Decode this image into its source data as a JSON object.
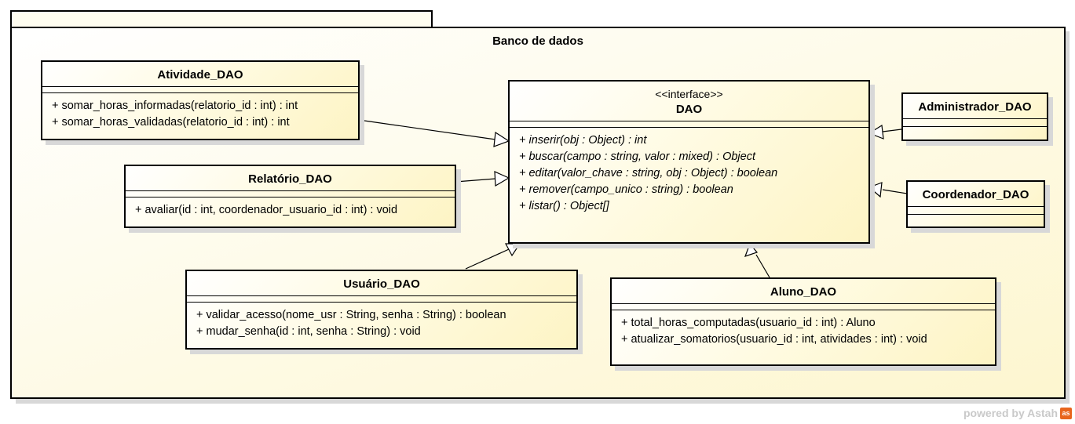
{
  "package": {
    "name": "Banco de dados"
  },
  "classes": {
    "dao": {
      "stereotype": "<<interface>>",
      "name": "DAO",
      "operations": [
        "+ inserir(obj : Object) : int",
        "+ buscar(campo : string, valor : mixed) : Object",
        "+ editar(valor_chave : string, obj : Object) : boolean",
        "+ remover(campo_unico : string) : boolean",
        "+ listar() : Object[]"
      ]
    },
    "atividade": {
      "name": "Atividade_DAO",
      "operations": [
        "+ somar_horas_informadas(relatorio_id : int) : int",
        "+ somar_horas_validadas(relatorio_id : int) : int"
      ]
    },
    "relatorio": {
      "name": "Relatório_DAO",
      "operations": [
        "+ avaliar(id : int, coordenador_usuario_id : int) : void"
      ]
    },
    "usuario": {
      "name": "Usuário_DAO",
      "operations": [
        "+ validar_acesso(nome_usr : String, senha : String) : boolean",
        "+ mudar_senha(id : int, senha : String) : void"
      ]
    },
    "aluno": {
      "name": "Aluno_DAO",
      "operations": [
        "+ total_horas_computadas(usuario_id : int) : Aluno",
        "+ atualizar_somatorios(usuario_id : int, atividades : int) : void"
      ]
    },
    "administrador": {
      "name": "Administrador_DAO"
    },
    "coordenador": {
      "name": "Coordenador_DAO"
    }
  },
  "footer": {
    "powered_by": "powered by Astah",
    "logo": "as"
  }
}
